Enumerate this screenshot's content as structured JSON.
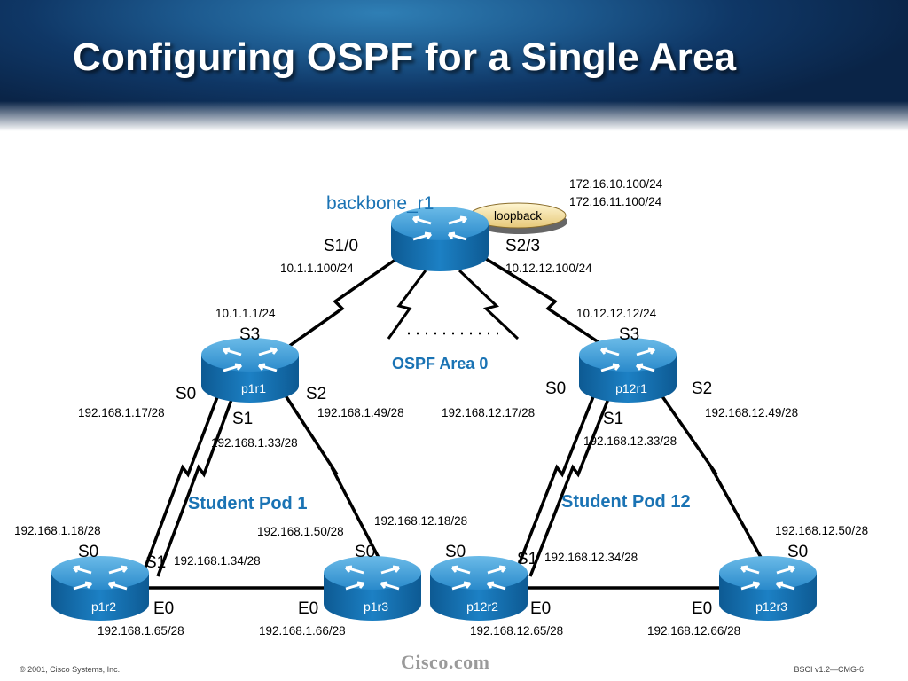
{
  "title": "Configuring OSPF for a Single Area",
  "routers": {
    "backbone_r1": {
      "name": "backbone_r1",
      "label": ""
    },
    "p1r1": {
      "label": "p1r1"
    },
    "p12r1": {
      "label": "p12r1"
    },
    "p1r2": {
      "label": "p1r2"
    },
    "p1r3": {
      "label": "p1r3"
    },
    "p12r2": {
      "label": "p12r2"
    },
    "p12r3": {
      "label": "p12r3"
    }
  },
  "loopback": {
    "label": "loopback",
    "ip1": "172.16.10.100/24",
    "ip2": "172.16.11.100/24"
  },
  "backbone": {
    "s10": "S1/0",
    "s23": "S2/3",
    "ip_s10": "10.1.1.100/24",
    "ip_s23": "10.12.12.100/24"
  },
  "area_label": "OSPF Area 0",
  "pod1": {
    "label": "Student Pod 1",
    "r1_s3": "S3",
    "r1_s3_ip": "10.1.1.1/24",
    "r1_s0": "S0",
    "r1_s0_ip": "192.168.1.17/28",
    "r1_s1": "S1",
    "r1_s1_ip": "192.168.1.33/28",
    "r1_s2": "S2",
    "r1_s2_ip": "192.168.1.49/28",
    "r2_s0": "S0",
    "r2_s0_ip": "192.168.1.18/28",
    "r2_s1": "S1",
    "r2_s1_ip": "192.168.1.34/28",
    "r2_e0": "E0",
    "r2_e0_ip": "192.168.1.65/28",
    "r3_s0": "S0",
    "r3_s0_ip": "192.168.1.50/28",
    "r3_e0": "E0",
    "r3_e0_ip": "192.168.1.66/28"
  },
  "pod12": {
    "label": "Student Pod 12",
    "r1_s3": "S3",
    "r1_s3_ip": "10.12.12.12/24",
    "r1_s0": "S0",
    "r1_s0_ip": "192.168.12.17/28",
    "r1_s1": "S1",
    "r1_s1_ip": "192.168.12.33/28",
    "r1_s2": "S2",
    "r1_s2_ip": "192.168.12.49/28",
    "r2_s0": "S0",
    "r2_s0_ip": "192.168.12.18/28",
    "r2_s1": "S1",
    "r2_s1_ip": "192.168.12.34/28",
    "r2_e0": "E0",
    "r2_e0_ip": "192.168.12.65/28",
    "r3_s0": "S0",
    "r3_s0_ip": "192.168.12.50/28",
    "r3_e0": "E0",
    "r3_e0_ip": "192.168.12.66/28"
  },
  "footer": {
    "copyright": "© 2001, Cisco Systems, Inc.",
    "logo": "Cisco.com",
    "course": "BSCI v1.2—CMG-6"
  },
  "colors": {
    "router_blue": "#1c80c4",
    "label_blue": "#1a73b4",
    "header_dark": "#0a2447"
  }
}
